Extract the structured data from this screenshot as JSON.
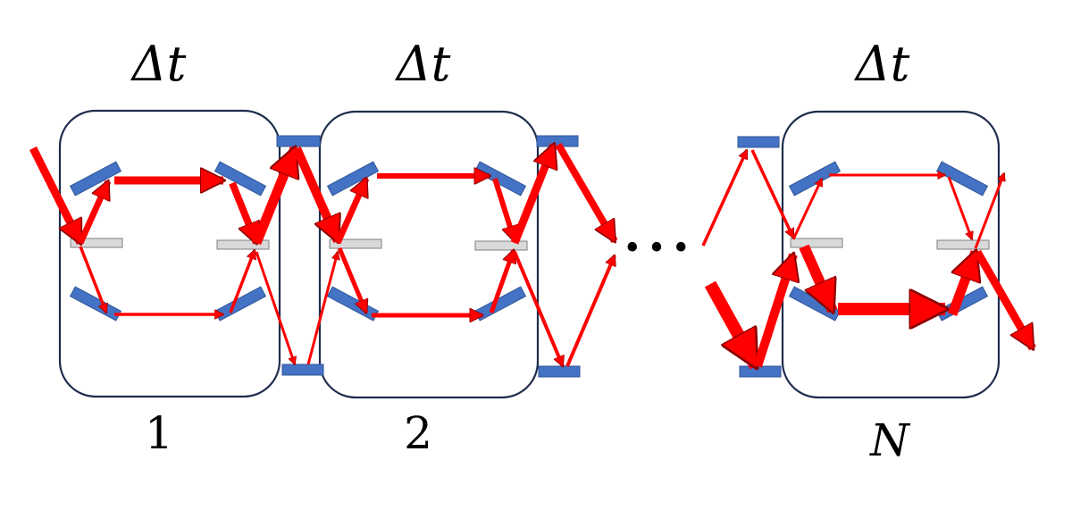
{
  "stages": [
    {
      "time_label": "Δt",
      "index_label": "1"
    },
    {
      "time_label": "Δt",
      "index_label": "2"
    },
    {
      "time_label": "Δt",
      "index_label": "N"
    }
  ],
  "ellipsis": "•••",
  "colors": {
    "beam": "#ff0000",
    "beam_edge": "#8b0000",
    "mirror": "#4472c4",
    "splitter": "#d9d9d9",
    "box_stroke": "#1f2d4d"
  },
  "icons": [
    "mirror",
    "beam-splitter",
    "laser-beam-arrow"
  ]
}
